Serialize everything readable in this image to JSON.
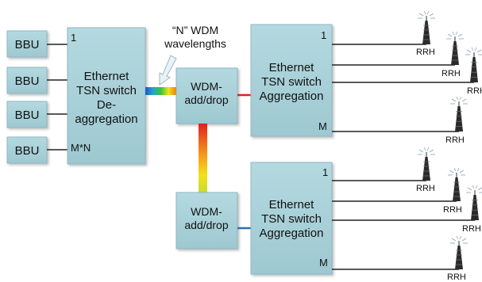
{
  "bbu_label": "BBU",
  "port_first": "1",
  "port_last_deagg": "M*N",
  "port_last_agg": "M",
  "deagg_switch_lines": [
    "Ethernet",
    "TSN switch",
    "De-",
    "aggregation"
  ],
  "agg_switch_lines": [
    "Ethernet",
    "TSN switch",
    "Aggregation"
  ],
  "wdm_lines": [
    "WDM-",
    "add/drop"
  ],
  "wavelength_note_lines": [
    "“N” WDM",
    "wavelengths"
  ],
  "rrh_label": "RRH",
  "icons": [
    "antenna-tower-icon"
  ],
  "colors": {
    "box_fill": "#a8d0d8",
    "box_stroke": "#8fb8c2",
    "line": "#222222",
    "red_link": "#e02020",
    "blue_link": "#2f6fb0",
    "arrow_fill": "#e8f3f8"
  }
}
